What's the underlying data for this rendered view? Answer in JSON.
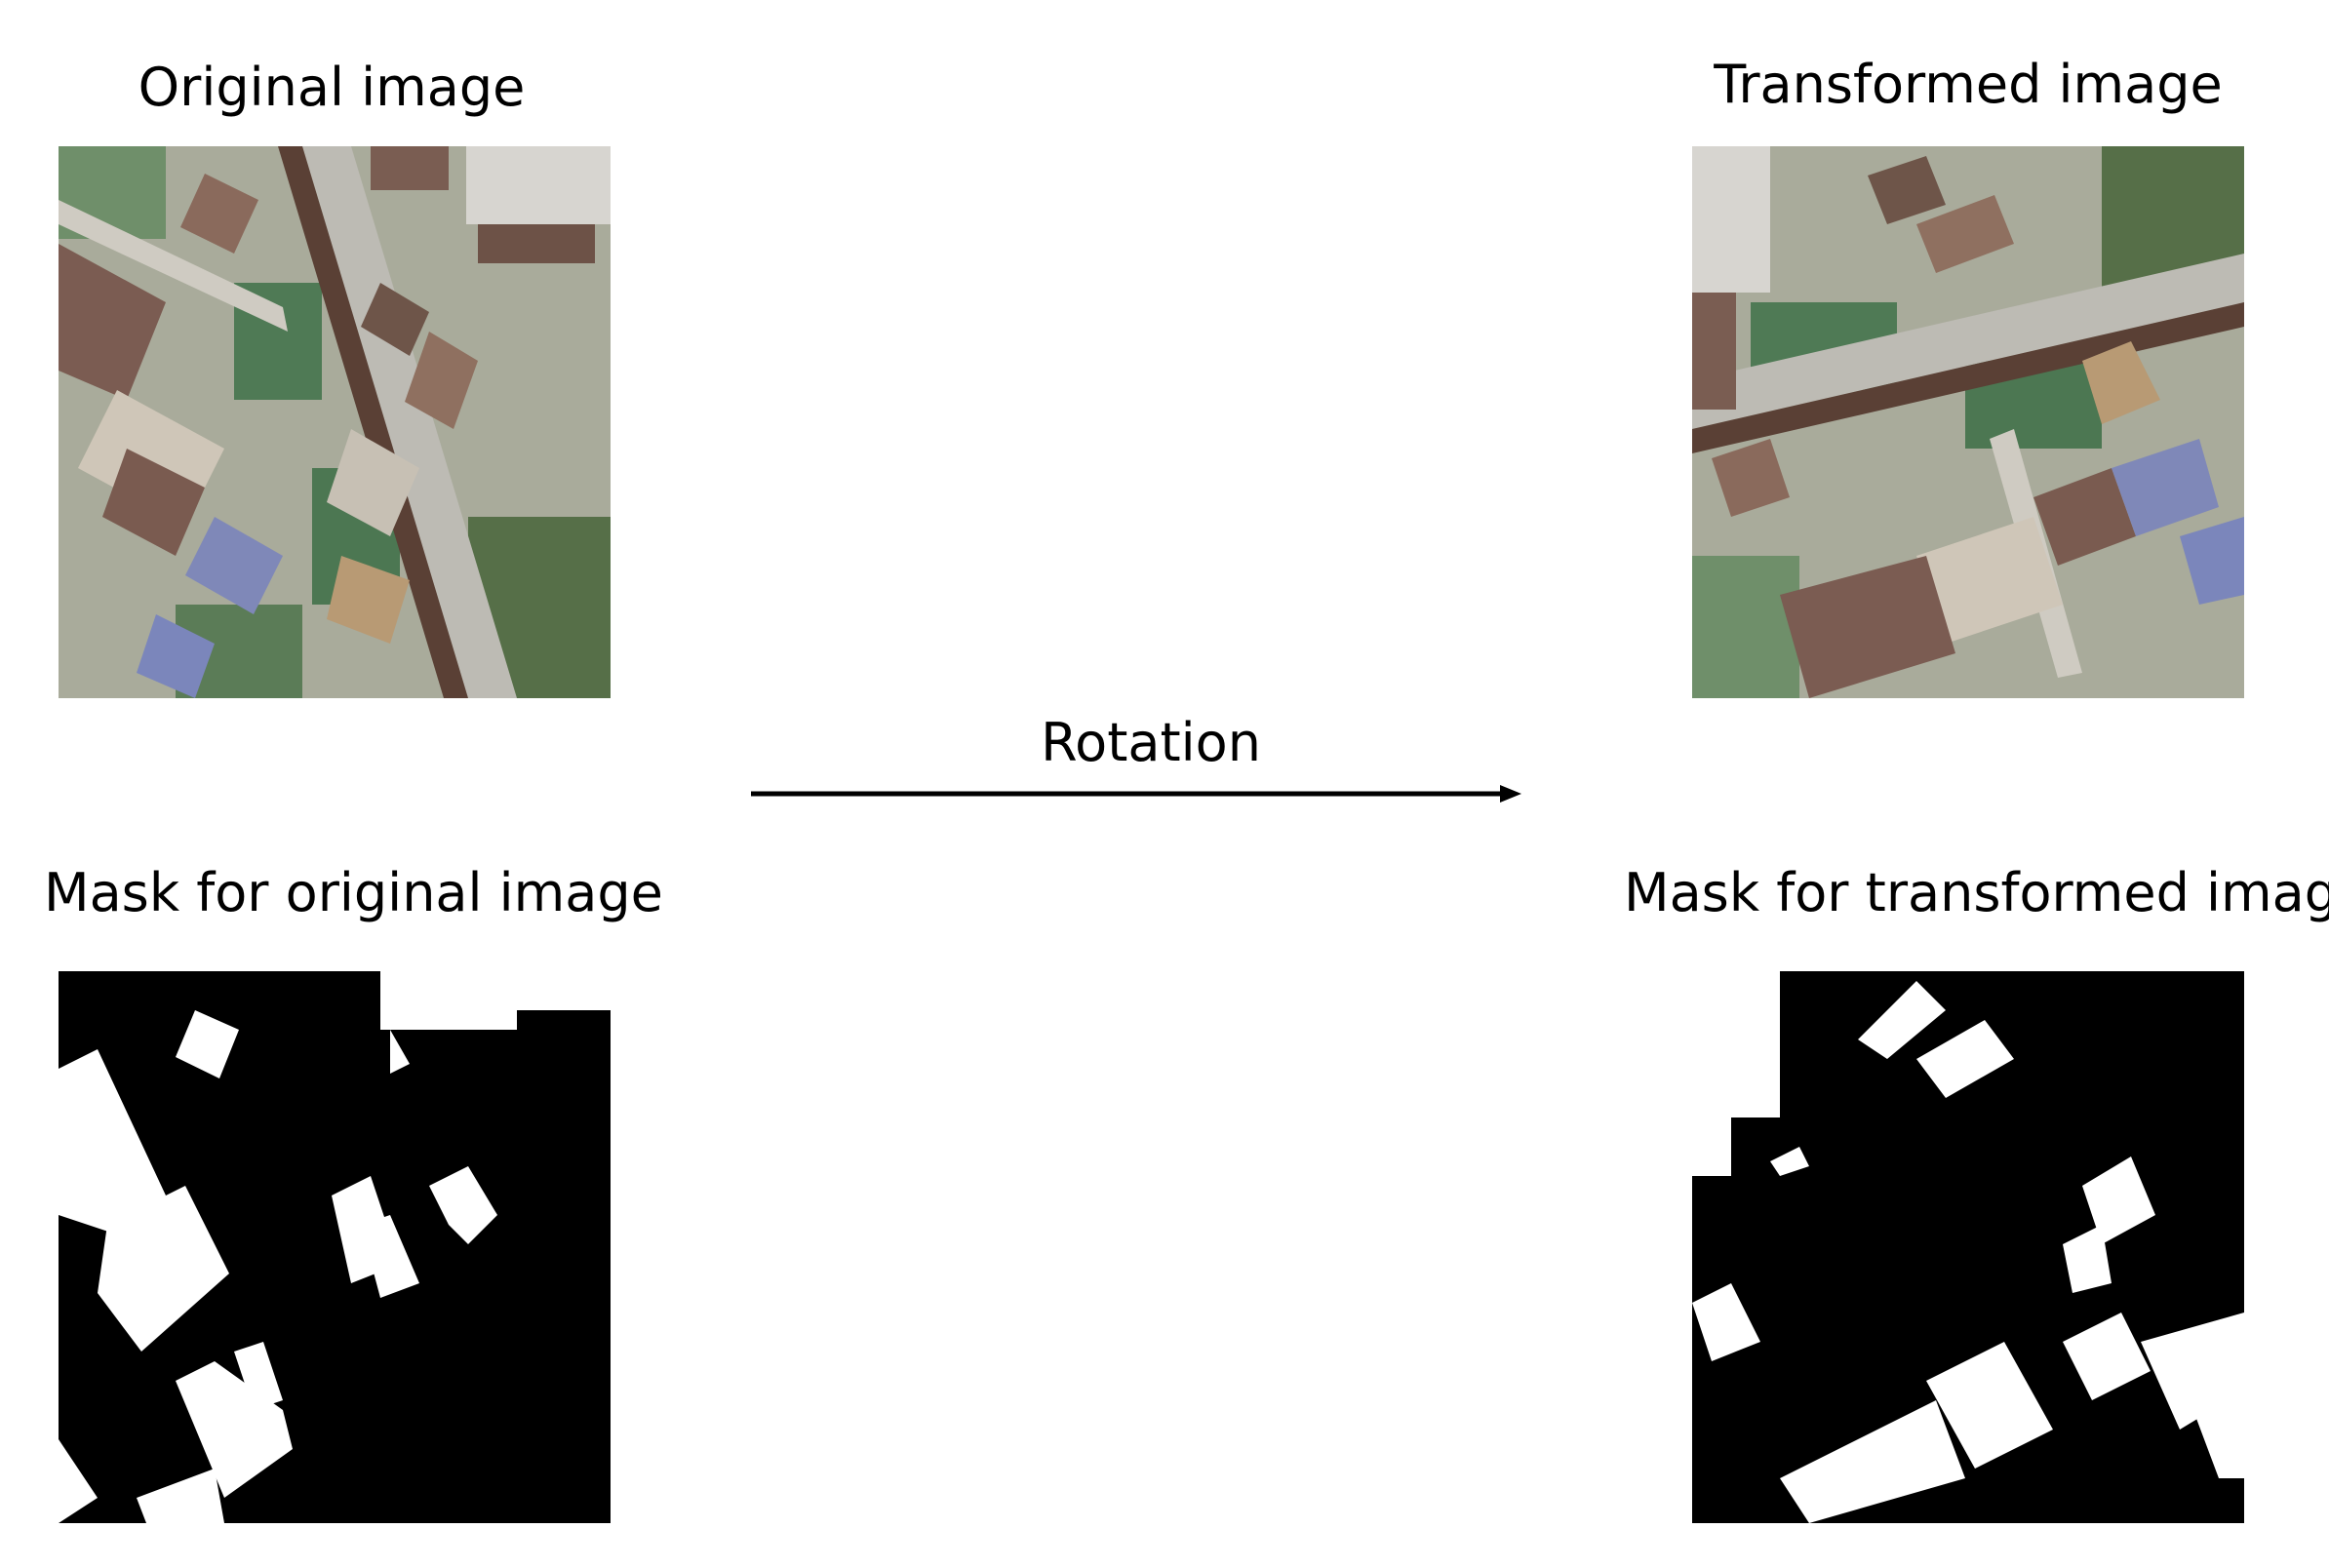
{
  "labels": {
    "original_image": "Original image",
    "transformed_image": "Transformed image",
    "mask_original": "Mask for original image",
    "mask_transformed": "Mask for transformed image",
    "transform": "Rotation"
  },
  "panels": {
    "original_image": "aerial photograph of a town with a diagonal road and buildings",
    "transformed_image": "the same aerial photograph rotated",
    "mask_original": "black-and-white building mask",
    "mask_transformed": "building mask rotated with the image"
  },
  "colors": {
    "background": "#ffffff",
    "mask_background": "#000000",
    "mask_building": "#ffffff",
    "arrow": "#000000"
  }
}
